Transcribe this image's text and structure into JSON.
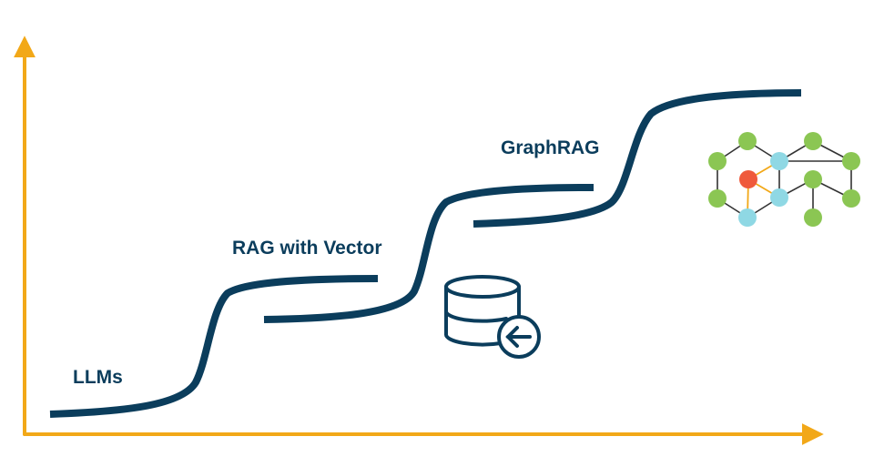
{
  "stages": [
    {
      "label": "LLMs"
    },
    {
      "label": "RAG with Vector"
    },
    {
      "label": "GraphRAG"
    }
  ],
  "colors": {
    "axis": "#f2a818",
    "curve": "#0b3d5c",
    "label": "#0b3d5c",
    "graph_node_green": "#8bc653",
    "graph_node_blue": "#8fd8e4",
    "graph_node_red": "#ef5a3c",
    "graph_edge": "#333333",
    "graph_edge_highlight": "#f2a818"
  },
  "icons": {
    "database": "database-with-arrow-icon",
    "graph": "knowledge-graph-icon"
  }
}
